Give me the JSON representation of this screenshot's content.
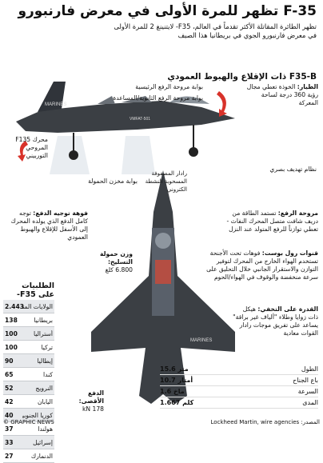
{
  "header": {
    "title": "F-35 تظهر للمرة الأولى في معرض فارنبورو",
    "subtitle": "تظهر الطائرة المقاتلة الأكثر تقدماً في العالم، F35- لايتنينغ 2 للمرة الأولى في معرض فارنبورو الجوي في بريطانيا هذا الصيف"
  },
  "section_title": "F35-B ذات الإقلاع والهبوط العمودي",
  "callouts": {
    "pilot": {
      "title": "الطيار:",
      "text": "الخوذة تعطي مجال رؤية 360 درجة لساحة المعركة"
    },
    "main_lift_door": "بوابة مروحة الرفع الرئيسية",
    "aux_door": "بوابة مروحة الرفع الثانوية/المساعدة",
    "engine": "محرك F135 المروحي التوربيني",
    "weapons_bay": "بوابة مخزن الحمولة",
    "threat_system": "نظام تهديف بصري",
    "radar": "رادار المصفوفة المسحوبة النشطة الكتروني",
    "nozzle": {
      "title": "فوهة توجيه الدفع:",
      "text": "توجه كامل الدفع الذي يولده المحرك إلى الأسفل للإقلاع والهبوط العمودي"
    },
    "lift_fan": {
      "title": "مروحة الرفع:",
      "text": "تستمد الطاقة من دريف شافت متصل المحرك النفاث - تعطي توازناً للرفع المتولد عند النزل"
    },
    "roll_posts": {
      "title": "قنوات رول بوست:",
      "text": "فوهات تحت الأجنحة تستخدم الهواء الخارج من المحرك لتوفير التوازن والاستقرار الجانبي خلال التحليق على سرعة منخفضة والوقوف في الهواء/الحوم"
    },
    "stealth": {
      "title": "القدرة على التخفي:",
      "text": "هيكل ذات زوايا وطلاء \"ألياف غير براقة\" يساعد على تفريق موجات رادار القوات معادية"
    },
    "weapons_weight": {
      "title": "وزن حمولة التسليح:",
      "value": "6.800 كلغ"
    },
    "max_thrust": {
      "title": "الدفع الأقصى:",
      "value": "178 kN"
    }
  },
  "orders": {
    "title": "الطلبيات على F35-",
    "rows": [
      {
        "country": "الولايات المتحدة",
        "count": "2.443"
      },
      {
        "country": "بريطانيا",
        "count": "138"
      },
      {
        "country": "أستراليا",
        "count": "100"
      },
      {
        "country": "تركيا",
        "count": "100"
      },
      {
        "country": "إيطاليا",
        "count": "90"
      },
      {
        "country": "كندا",
        "count": "65"
      },
      {
        "country": "النرويج",
        "count": "52"
      },
      {
        "country": "اليابان",
        "count": "42"
      },
      {
        "country": "كوريا الجنوبية",
        "count": "40"
      },
      {
        "country": "هولندا",
        "count": "37"
      },
      {
        "country": "إسرائيل",
        "count": "33"
      },
      {
        "country": "الدنمارك",
        "count": "27"
      }
    ]
  },
  "specs": [
    {
      "label": "الطول",
      "value": "15.6 متر"
    },
    {
      "label": "باع الجناح",
      "value": "10.7 أمتار"
    },
    {
      "label": "السرعة",
      "value": "1.6 ماخ"
    },
    {
      "label": "المدى",
      "value": "1.667 كلم"
    }
  ],
  "footer": {
    "copyright": "© GRAPHIC NEWS",
    "source": "المصدر: Lockheed Martin, wire agencies"
  },
  "markings": {
    "side_tail": "MARINES",
    "fuselage": "VMFAT-501",
    "top_wing": "MARINES"
  },
  "colors": {
    "airframe": "#3b3f44",
    "accent_red": "#d8322a",
    "table_stripe": "#e7e9ec"
  }
}
